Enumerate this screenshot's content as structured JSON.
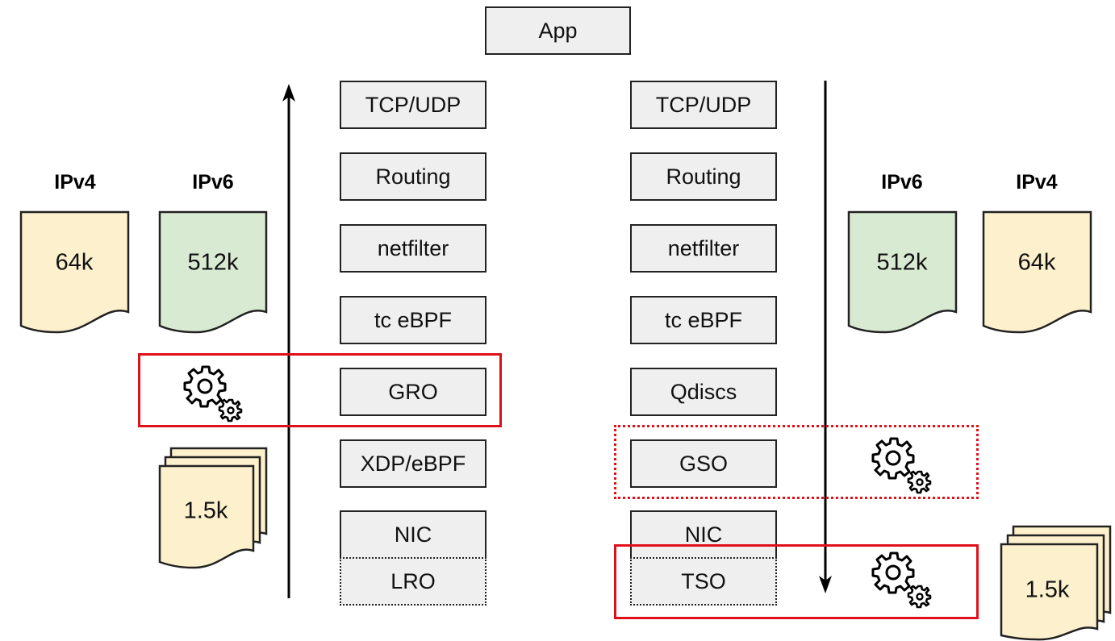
{
  "app": {
    "label": "App"
  },
  "receive_stack": {
    "layers": [
      "TCP/UDP",
      "Routing",
      "netfilter",
      "tc eBPF",
      "GRO",
      "XDP/eBPF",
      "NIC",
      "LRO"
    ]
  },
  "transmit_stack": {
    "layers": [
      "TCP/UDP",
      "Routing",
      "netfilter",
      "tc eBPF",
      "Qdiscs",
      "GSO",
      "NIC",
      "TSO"
    ]
  },
  "left_panel": {
    "ipv4": {
      "label": "IPv4",
      "size": "64k"
    },
    "ipv6": {
      "label": "IPv6",
      "size": "512k"
    },
    "segments": {
      "size": "1.5k"
    }
  },
  "right_panel": {
    "ipv6": {
      "label": "IPv6",
      "size": "512k"
    },
    "ipv4": {
      "label": "IPv4",
      "size": "64k"
    },
    "segments": {
      "size": "1.5k"
    }
  },
  "colors": {
    "ipv4_fill": "#fdf0cd",
    "ipv6_fill": "#d9ead3",
    "highlight": "#e0101a",
    "layer_fill": "#efefef"
  }
}
